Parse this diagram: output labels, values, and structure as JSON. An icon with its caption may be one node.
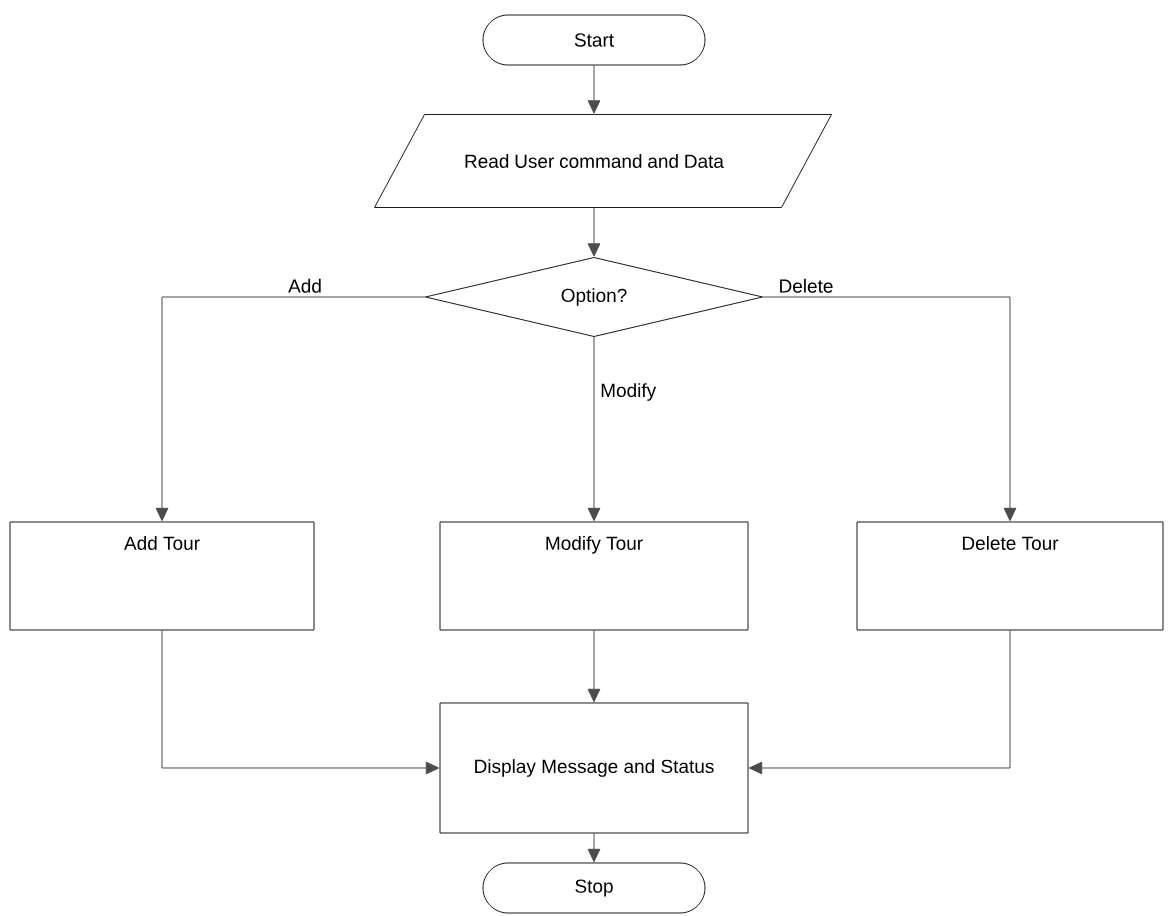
{
  "diagram": {
    "nodes": [
      {
        "text": [
          "Start"
        ]
      },
      {
        "text": [
          "Read User command and Data"
        ]
      },
      {
        "text": [
          "Option?"
        ]
      },
      {
        "text": [
          "Add Tour"
        ]
      },
      {
        "text": [
          "Modify Tour"
        ]
      },
      {
        "text": [
          "Delete Tour"
        ]
      },
      {
        "text": [
          "Display Message and Status"
        ]
      },
      {
        "text": [
          "Stop"
        ]
      }
    ],
    "edges": [
      {
        "from": 0,
        "to": 1,
        "arrow": "to"
      },
      {
        "from": 1,
        "to": 2,
        "arrow": "to"
      },
      {
        "from": 2,
        "to": 3,
        "arrow": "to",
        "label": "Add"
      },
      {
        "from": 2,
        "to": 4,
        "arrow": "to",
        "label": "Modify"
      },
      {
        "from": 2,
        "to": 5,
        "arrow": "to",
        "label": "Delete"
      },
      {
        "from": 3,
        "to": 6,
        "arrow": "to"
      },
      {
        "from": 4,
        "to": 6,
        "arrow": "to"
      },
      {
        "from": 5,
        "to": 6,
        "arrow": "to"
      },
      {
        "from": 6,
        "to": 7,
        "arrow": "to"
      }
    ]
  }
}
